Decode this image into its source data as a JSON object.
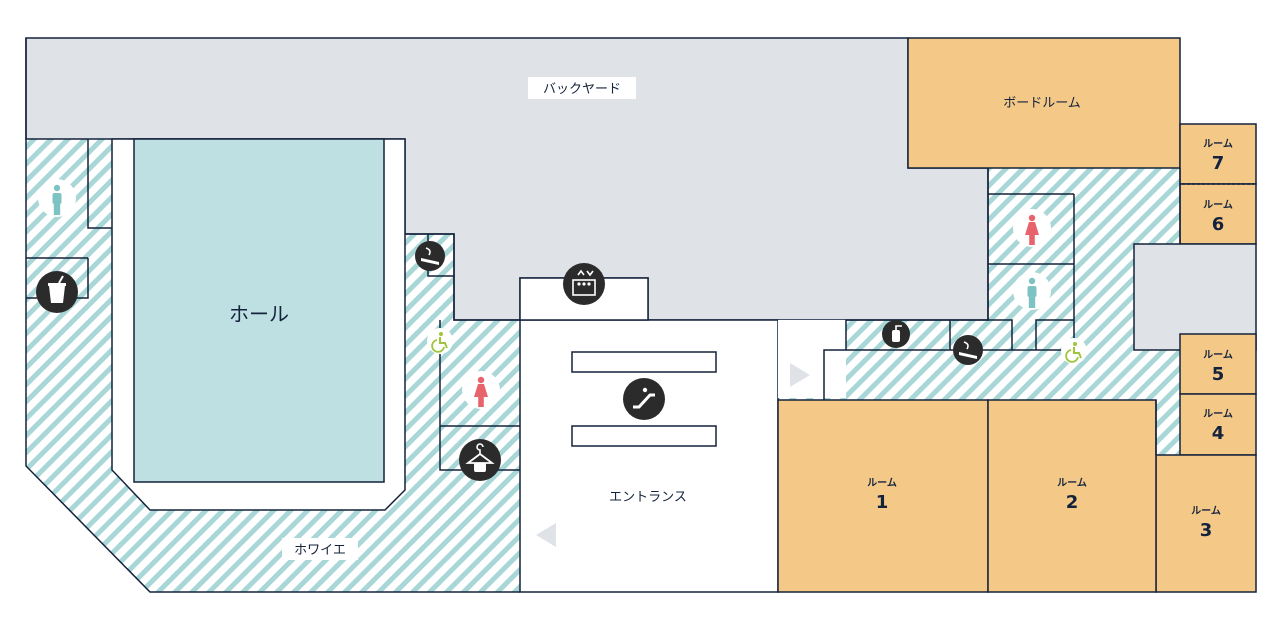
{
  "rooms": {
    "backyard": "バックヤード",
    "boardroom": "ボードルーム",
    "hall": "ホール",
    "foyer": "ホワイエ",
    "entrance": "エントランス",
    "room_word": "ルーム",
    "room_numbers": {
      "r1": "1",
      "r2": "2",
      "r3": "3",
      "r4": "4",
      "r5": "5",
      "r6": "6",
      "r7": "7"
    }
  },
  "icons": {
    "restroom_men": "men-restroom-icon",
    "restroom_women": "women-restroom-icon",
    "accessible": "wheelchair-accessible-icon",
    "smoking": "smoking-area-icon",
    "trash": "trash-bin-icon",
    "elevator": "elevator-icon",
    "escalator": "escalator-icon",
    "cloakroom": "cloakroom-icon",
    "fire_extinguisher": "fire-extinguisher-icon",
    "arrow_right": "direction-arrow-right-icon",
    "arrow_left": "direction-arrow-left-icon"
  },
  "colors": {
    "outline": "#14233c",
    "backyard": "#dfe3e7",
    "hall": "#bfe0e2",
    "room": "#f4c988",
    "hatch": "#a9d6d6",
    "women": "#e8646d",
    "men": "#7ec3c4",
    "accessible": "#a0c53c"
  }
}
